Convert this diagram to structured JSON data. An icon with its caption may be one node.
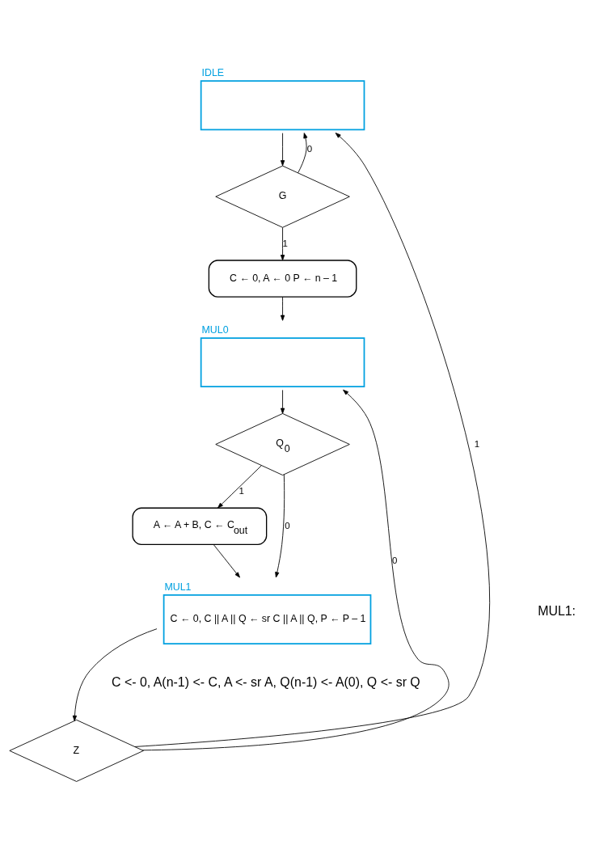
{
  "diagram": {
    "nodes": [
      {
        "text": [
          "IDLE"
        ]
      },
      {
        "text": [
          "G"
        ]
      },
      {
        "text": [
          "C ← 0, A ← 0 P ← n – 1"
        ]
      },
      {
        "text": [
          "MUL0"
        ]
      },
      {
        "text": [
          "Q$_{0}$"
        ]
      },
      {
        "text": [
          "A ← A + B, C ← C$_{out}$"
        ]
      },
      {
        "text": [
          "MUL1",
          "C ← 0, C || A || Q ← sr C || A || Q, P ← P – 1"
        ]
      },
      {
        "text": [
          "Z"
        ]
      }
    ],
    "edges": [
      {
        "from": 0,
        "to": 1,
        "arrow": "to"
      },
      {
        "from": 1,
        "to": 0,
        "label": "0",
        "arrow": "to"
      },
      {
        "from": 1,
        "to": 2,
        "label": "1",
        "arrow": "to"
      },
      {
        "from": 2,
        "to": 3,
        "arrow": "to"
      },
      {
        "from": 3,
        "to": 4,
        "arrow": "to"
      },
      {
        "from": 4,
        "to": 6,
        "label": "0",
        "arrow": "to"
      },
      {
        "from": 4,
        "to": 5,
        "label": "1",
        "arrow": "to"
      },
      {
        "from": 5,
        "to": 6,
        "arrow": "to"
      },
      {
        "from": 6,
        "to": 7,
        "arrow": "to"
      },
      {
        "from": 7,
        "to": 3,
        "label": "0",
        "arrow": "to"
      },
      {
        "from": 7,
        "to": 0,
        "label": "1",
        "arrow": "to"
      }
    ],
    "labels": [
      "MUL1:",
      "C <- 0, A(n-1) <- C, A <- sr A, Q(n-1) <- A(0), Q <- sr Q"
    ]
  }
}
